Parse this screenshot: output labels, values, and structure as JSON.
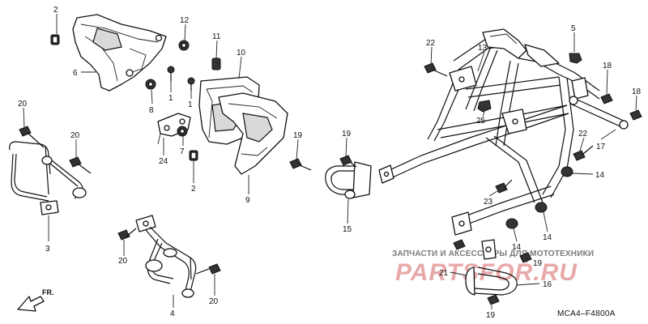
{
  "diagram": {
    "code": "MCA4–F4800A",
    "front_label": "FR.",
    "callouts": [
      {
        "id": "c2a",
        "label": "2"
      },
      {
        "id": "c6",
        "label": "6"
      },
      {
        "id": "c12",
        "label": "12"
      },
      {
        "id": "c11",
        "label": "11"
      },
      {
        "id": "c10",
        "label": "10"
      },
      {
        "id": "c1a",
        "label": "1"
      },
      {
        "id": "c1b",
        "label": "1"
      },
      {
        "id": "c8",
        "label": "8"
      },
      {
        "id": "c7",
        "label": "7"
      },
      {
        "id": "c24",
        "label": "24"
      },
      {
        "id": "c2b",
        "label": "2"
      },
      {
        "id": "c9",
        "label": "9"
      },
      {
        "id": "c20a",
        "label": "20"
      },
      {
        "id": "c20b",
        "label": "20"
      },
      {
        "id": "c3",
        "label": "3"
      },
      {
        "id": "c20c",
        "label": "20"
      },
      {
        "id": "c20d",
        "label": "20"
      },
      {
        "id": "c4",
        "label": "4"
      },
      {
        "id": "c19a",
        "label": "19"
      },
      {
        "id": "c19b",
        "label": "19"
      },
      {
        "id": "c15",
        "label": "15"
      },
      {
        "id": "c22a",
        "label": "22"
      },
      {
        "id": "c13",
        "label": "13"
      },
      {
        "id": "c5",
        "label": "5"
      },
      {
        "id": "c18a",
        "label": "18"
      },
      {
        "id": "c18b",
        "label": "18"
      },
      {
        "id": "c25",
        "label": "25"
      },
      {
        "id": "c22b",
        "label": "22"
      },
      {
        "id": "c17",
        "label": "17"
      },
      {
        "id": "c14a",
        "label": "14"
      },
      {
        "id": "c23",
        "label": "23"
      },
      {
        "id": "c14b",
        "label": "14"
      },
      {
        "id": "c14c",
        "label": "14"
      },
      {
        "id": "c21",
        "label": "21"
      },
      {
        "id": "c19c",
        "label": "19"
      },
      {
        "id": "c16",
        "label": "16"
      },
      {
        "id": "c19d",
        "label": "19"
      }
    ]
  },
  "watermark": {
    "caption": "ЗАПЧАСТИ И АКСЕССУАРЫ ДЛЯ МОТОТЕХНИКИ",
    "brand": "PARTSFOR.RU",
    "color": "#e8a9a9"
  }
}
